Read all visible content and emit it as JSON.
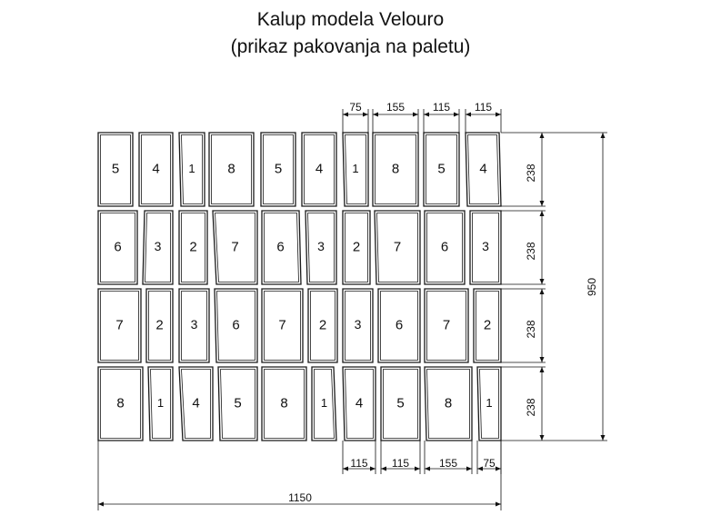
{
  "title_line1": "Kalup modela Velouro",
  "title_line2": "(prikaz pakovanja na paletu)",
  "rows": [
    [
      "5",
      "4",
      "1",
      "8",
      "5",
      "4",
      "1",
      "8",
      "5",
      "4"
    ],
    [
      "6",
      "3",
      "2",
      "7",
      "6",
      "3",
      "2",
      "7",
      "6",
      "3"
    ],
    [
      "7",
      "2",
      "3",
      "6",
      "7",
      "2",
      "3",
      "6",
      "7",
      "2"
    ],
    [
      "8",
      "1",
      "4",
      "5",
      "8",
      "1",
      "4",
      "5",
      "8",
      "1"
    ]
  ],
  "dimensions": {
    "top": [
      "75",
      "155",
      "115",
      "115"
    ],
    "bottom": [
      "115",
      "115",
      "155",
      "75"
    ],
    "rows": [
      "238",
      "238",
      "238",
      "238"
    ],
    "total_height": "950",
    "total_width": "1150"
  }
}
